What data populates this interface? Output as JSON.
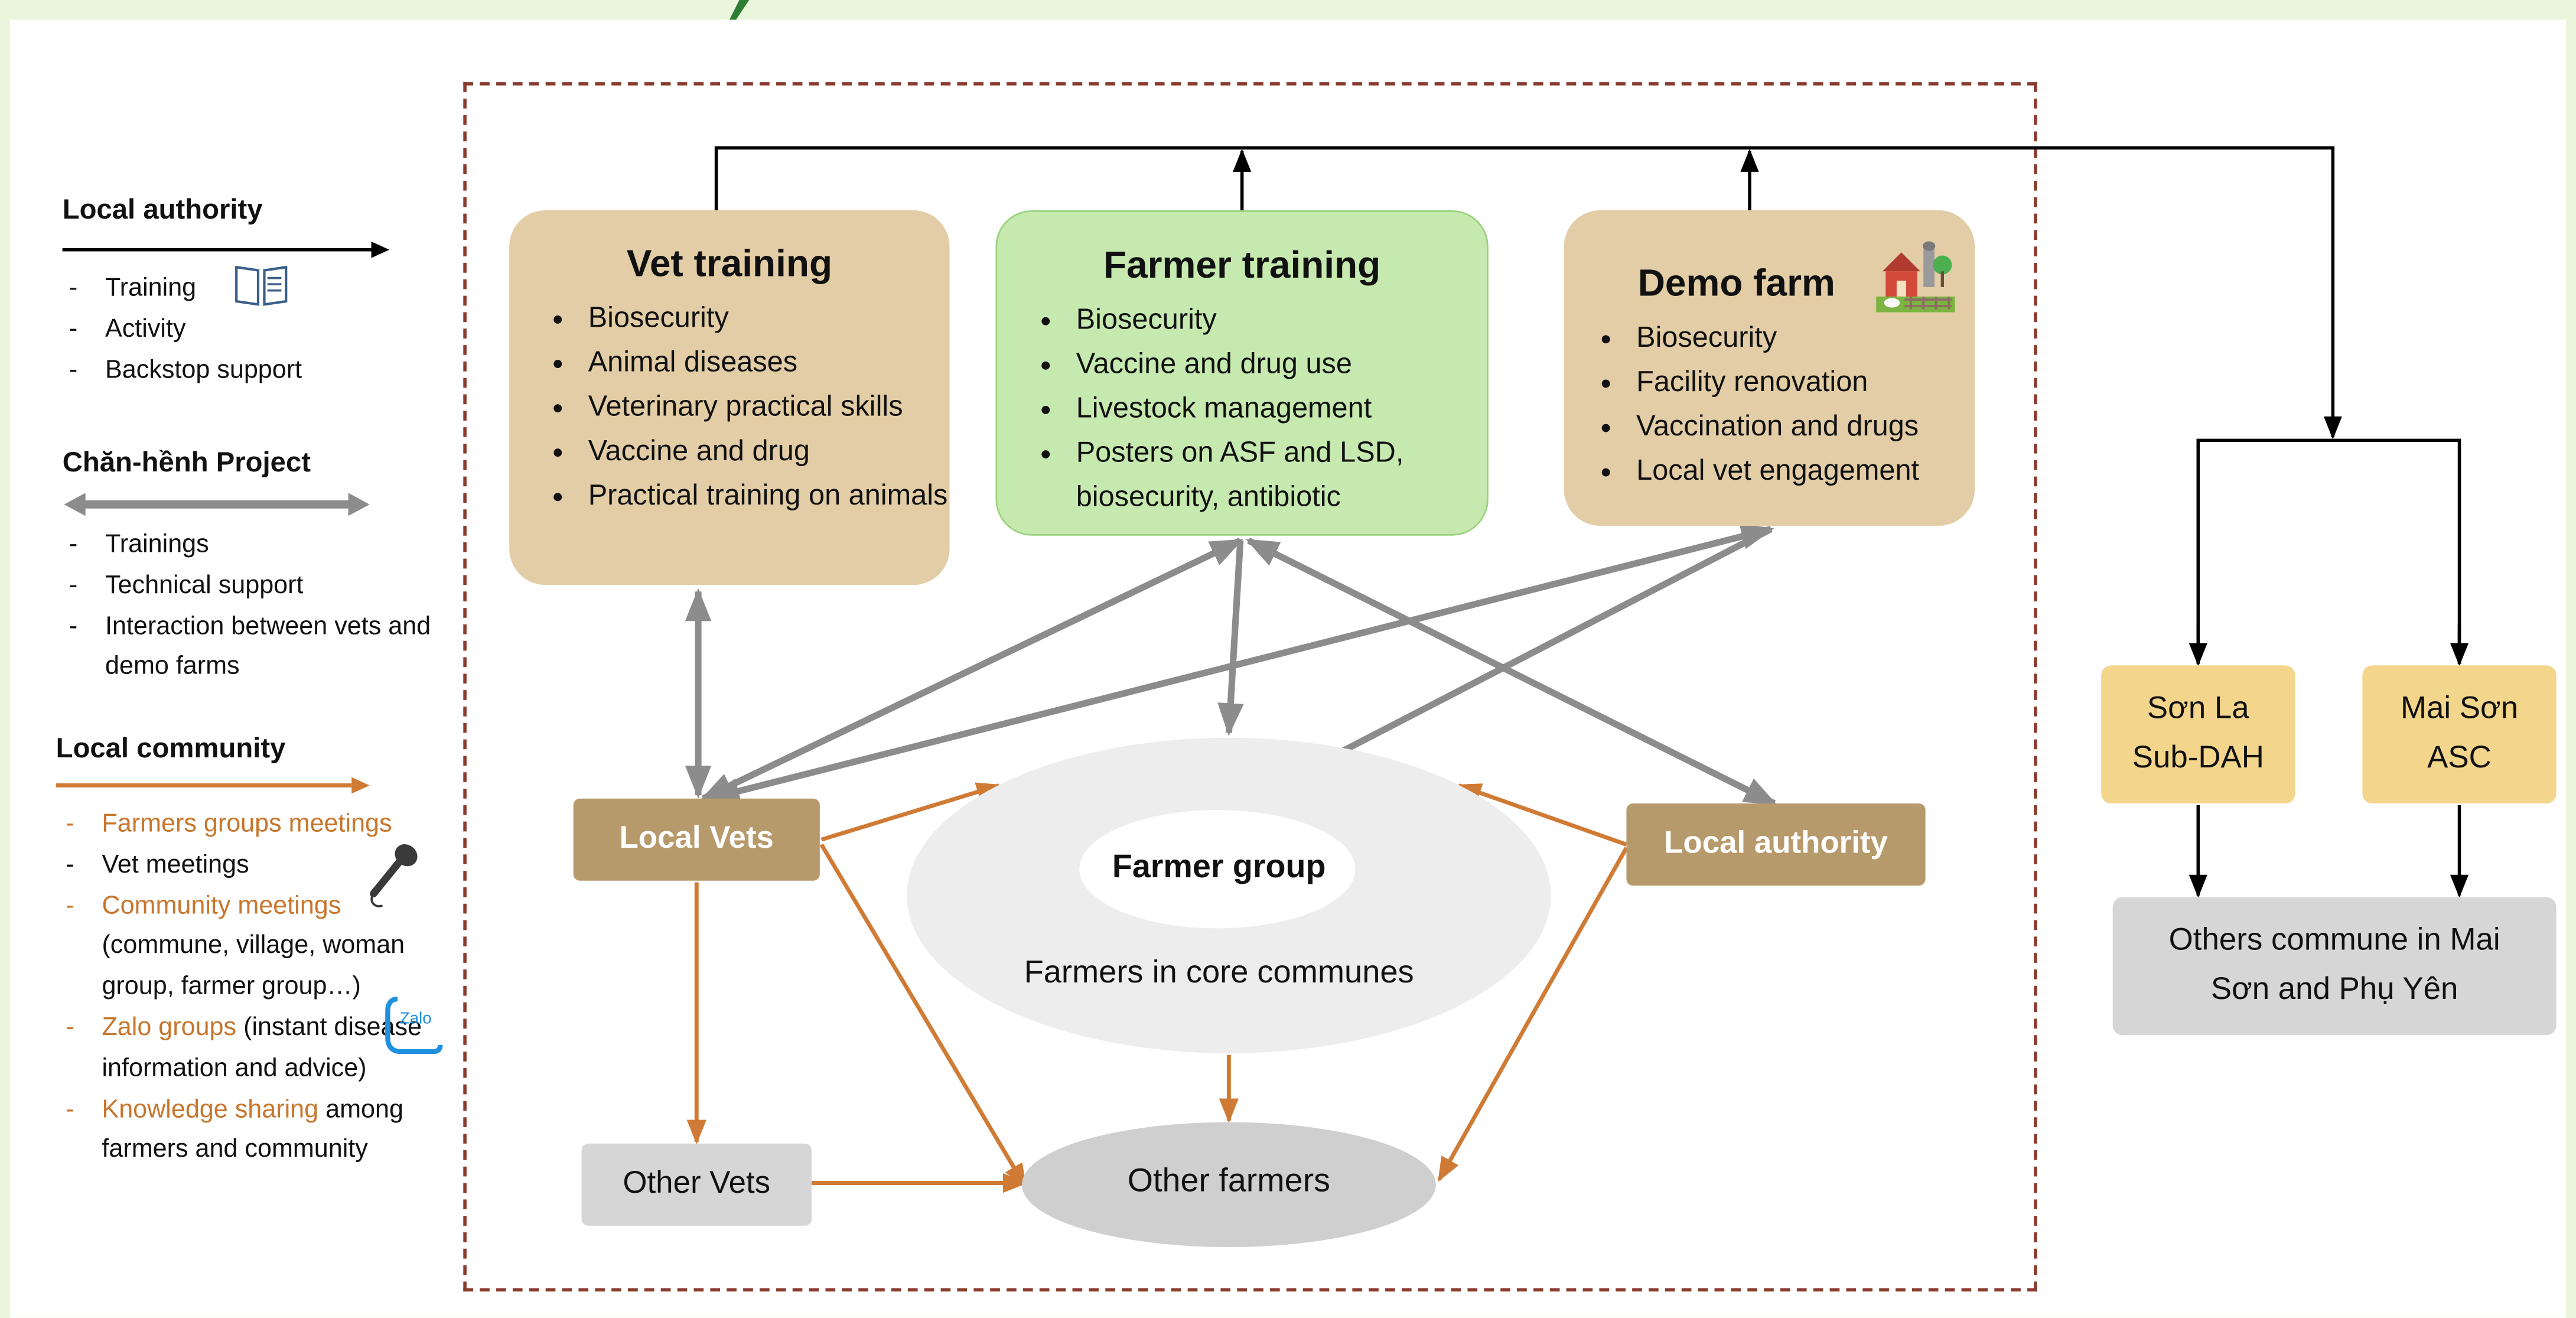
{
  "legend": {
    "local_authority": {
      "title": "Local authority",
      "items": [
        "Training",
        "Activity",
        "Backstop support"
      ]
    },
    "project": {
      "title": "Chăn-hềnh Project",
      "items": [
        "Trainings",
        "Technical support",
        "Interaction between vets and demo farms"
      ]
    },
    "community": {
      "title": "Local community",
      "items": [
        {
          "highlight": "Farmers groups meetings",
          "rest": ""
        },
        {
          "highlight": "",
          "rest": "Vet meetings"
        },
        {
          "highlight": "Community meetings",
          "rest": " (commune, village, woman group, farmer group…)"
        },
        {
          "highlight": "Zalo groups",
          "rest": " (instant disease information and advice)"
        },
        {
          "highlight": "Knowledge sharing",
          "rest": " among farmers and community"
        }
      ],
      "zalo_logo_text": "Zalo"
    }
  },
  "vet_training": {
    "title": "Vet training",
    "items": [
      "Biosecurity",
      "Animal diseases",
      "Veterinary practical skills",
      "Vaccine and drug",
      "Practical training on animals"
    ]
  },
  "farmer_training": {
    "title": "Farmer training",
    "items": [
      "Biosecurity",
      "Vaccine and drug use",
      "Livestock management",
      "Posters on ASF and LSD, biosecurity, antibiotic"
    ]
  },
  "demo_farm": {
    "title": "Demo farm",
    "items": [
      "Biosecurity",
      "Facility renovation",
      "Vaccination and drugs",
      "Local vet engagement"
    ]
  },
  "nodes": {
    "local_vets": "Local Vets",
    "local_authority": "Local authority",
    "farmer_group": "Farmer group",
    "core_farmers": "Farmers in core communes",
    "other_vets": "Other Vets",
    "other_farmers": "Other farmers",
    "son_la": "Sơn La Sub-DAH",
    "mai_son": "Mai Sơn ASC",
    "others_commune": "Others commune in Mai Sơn and Phụ Yên"
  },
  "colors": {
    "authority_arrow": "#000000",
    "project_arrow": "#8c8c8c",
    "community_arrow": "#d07b35",
    "tan": "#e3cda6",
    "green": "#c6e9b0",
    "brown": "#b79a6c",
    "frame": "#8a3b2e"
  }
}
